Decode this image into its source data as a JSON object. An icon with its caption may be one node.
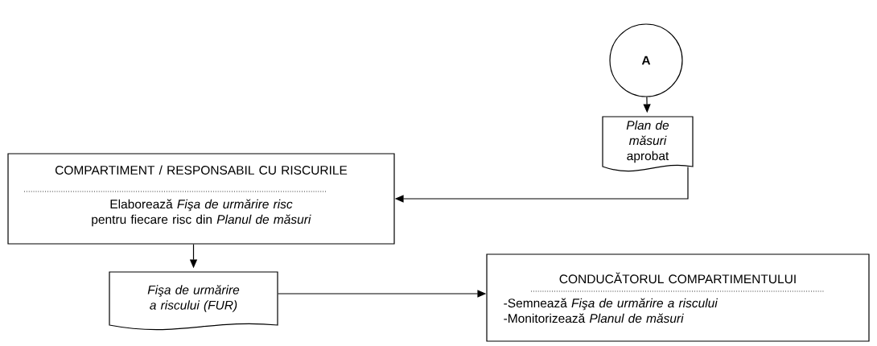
{
  "diagram": {
    "nodes": [
      {
        "text": [
          "A"
        ]
      },
      {
        "text": [
          "*Plan de măsuri* aprobat"
        ]
      },
      {
        "text": [
          "COMPARTIMENT / RESPONSABIL CU RISCURILE",
          "Elaborează *Fişa de urmărire risc* pentru fiecare risc din *Planul de măsuri*"
        ]
      },
      {
        "text": [
          "Fişa de urmărire a riscului (FUR)"
        ]
      },
      {
        "text": [
          "CONDUCĂTORUL COMPARTIMENTULUI",
          "-Semnează *Fişa de urmărire a riscului*",
          "-Monitorizează *Planul de măsuri*"
        ]
      }
    ],
    "edges": [
      {
        "from": 0,
        "to": 1,
        "arrow": "to"
      },
      {
        "from": 1,
        "to": 2,
        "arrow": "to"
      },
      {
        "from": 2,
        "to": 3,
        "arrow": "to"
      },
      {
        "from": 3,
        "to": 4,
        "arrow": "to"
      }
    ]
  }
}
